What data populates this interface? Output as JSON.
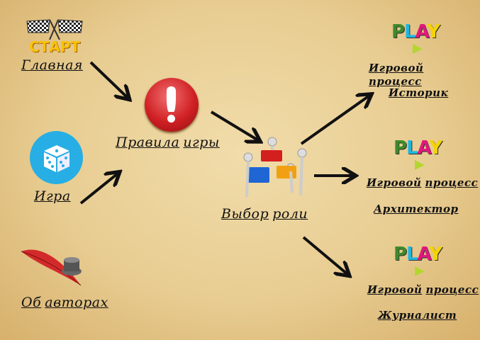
{
  "start_logo": "СТАРТ",
  "nav": {
    "home": "Главная",
    "rules": [
      "Правила",
      "игры"
    ],
    "game": "Игра",
    "about": [
      "Об",
      "авторах"
    ],
    "role_choice": [
      "Выбор",
      "роли"
    ]
  },
  "roles": [
    {
      "process": [
        "Игровой",
        "процесс"
      ],
      "role": "Историк"
    },
    {
      "process": [
        "Игровой",
        "процесс"
      ],
      "role": "Архитектор"
    },
    {
      "process": [
        "Игровой",
        "процесс"
      ],
      "role": "Журналист"
    }
  ],
  "play_logo": [
    "P",
    "L",
    "A",
    "Y"
  ],
  "colors": {
    "play": [
      "#3d8a2a",
      "#1fb6e0",
      "#e0197b",
      "#f5d400"
    ],
    "alert": "#d02024",
    "dice": "#27aee4"
  }
}
